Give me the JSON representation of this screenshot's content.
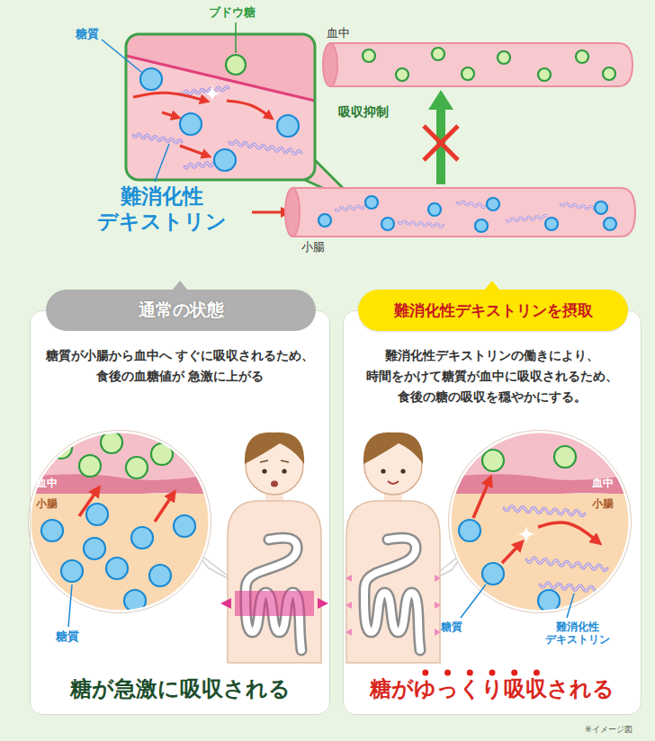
{
  "diagram": {
    "nodes": [
      {
        "text": [
          "血中"
        ]
      },
      {
        "text": [
          "小腸"
        ]
      },
      {
        "text": [
          "糖質が小腸から血中へ すぐに吸収されるため、食後の血糖値が 急激に上がる",
          "糖が急激に吸収される"
        ]
      },
      {
        "text": [
          "通常の状態"
        ],
        "in": 2
      },
      {
        "text": [
          "難消化性デキストリンの働きにより、 時間をかけて糖質が血中に吸収されるため、 食後の糖の吸収を穏やかにする。",
          "糖がゆっくり吸収される"
        ]
      },
      {
        "text": [
          "難消化性デキストリンを摂取"
        ],
        "in": 4
      }
    ],
    "edges": [
      {
        "from": 1,
        "to": 0,
        "arrow": "to",
        "label": "吸収抑制"
      }
    ],
    "labels": [
      "ブドウ糖",
      "糖質",
      "難消化性 デキストリン",
      "血中",
      "小腸",
      "糖質",
      "血中",
      "小腸",
      "糖質",
      "難消化性 デキストリン",
      "※イメージ図"
    ]
  }
}
